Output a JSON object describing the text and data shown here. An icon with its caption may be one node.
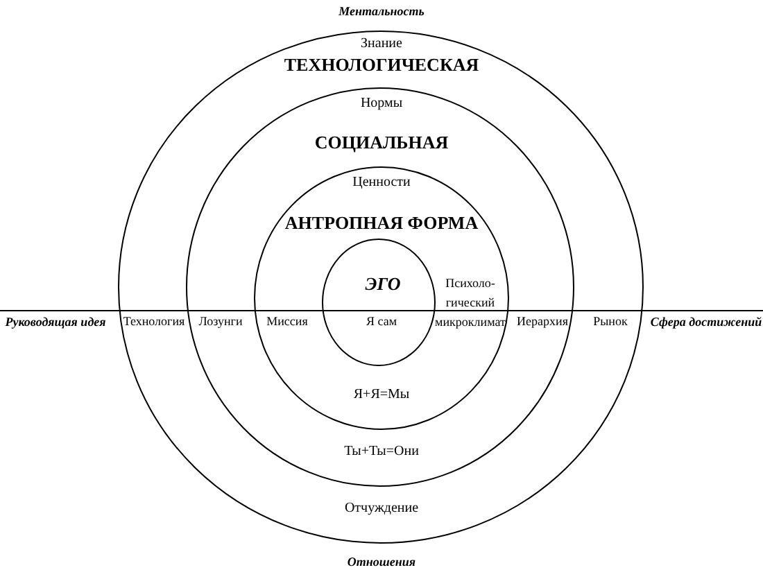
{
  "diagram": {
    "nodes": [
      {
        "text": [
          "Знание",
          "ТЕХНОЛОГИЧЕСКАЯ",
          "Технология",
          "Рынок",
          "Отчуждение"
        ]
      },
      {
        "text": [
          "Нормы",
          "СОЦИАЛЬНАЯ",
          "Лозунги",
          "Иерархия",
          "Ты+Ты=Они"
        ],
        "in": 0
      },
      {
        "text": [
          "Ценности",
          "АНТРОПНАЯ ФОРМА",
          "Миссия",
          "Психоло- гический микроклимат",
          "Я+Я=Мы"
        ],
        "in": 1
      },
      {
        "text": [
          "ЭГО",
          "Я сам"
        ],
        "in": 2
      }
    ],
    "edges": [],
    "labels": [
      "Ментальность",
      "Руководящая идея",
      "Сфера достижений",
      "Отношения"
    ]
  }
}
